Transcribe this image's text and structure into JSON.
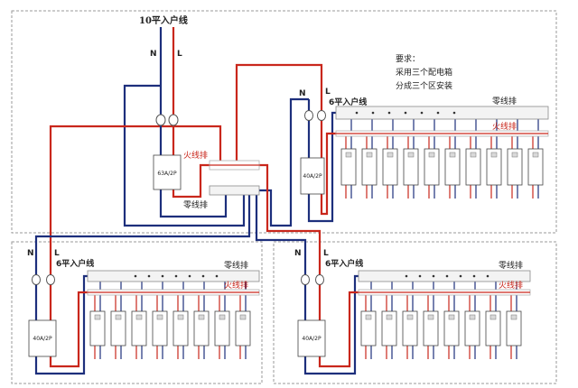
{
  "main": {
    "feed_label": "10平入户线",
    "n_label": "N",
    "l_label": "L",
    "breaker_rating": "63A/2P",
    "live_bar_label": "火线排",
    "neutral_bar_label": "零线排"
  },
  "requirements": {
    "heading": "要求：",
    "lines": [
      "采用三个配电箱",
      "分成三个区安装"
    ]
  },
  "boxes": [
    {
      "n_label": "N",
      "l_label": "L",
      "feed_label": "6平入户线",
      "neutral_bar_label": "零线排",
      "live_bar_label": "火线排",
      "breaker_rating": "40A/2P"
    },
    {
      "n_label": "N",
      "l_label": "L",
      "feed_label": "6平入户线",
      "neutral_bar_label": "零线排",
      "live_bar_label": "火线排",
      "breaker_rating": "40A/2P"
    },
    {
      "n_label": "N",
      "l_label": "L",
      "feed_label": "6平入户线",
      "neutral_bar_label": "零线排",
      "live_bar_label": "火线排",
      "breaker_rating": "40A/2P"
    }
  ],
  "colors": {
    "neutral_wire": "#1d2f7c",
    "live_wire": "#c9271c",
    "border": "#9a9a9a"
  }
}
